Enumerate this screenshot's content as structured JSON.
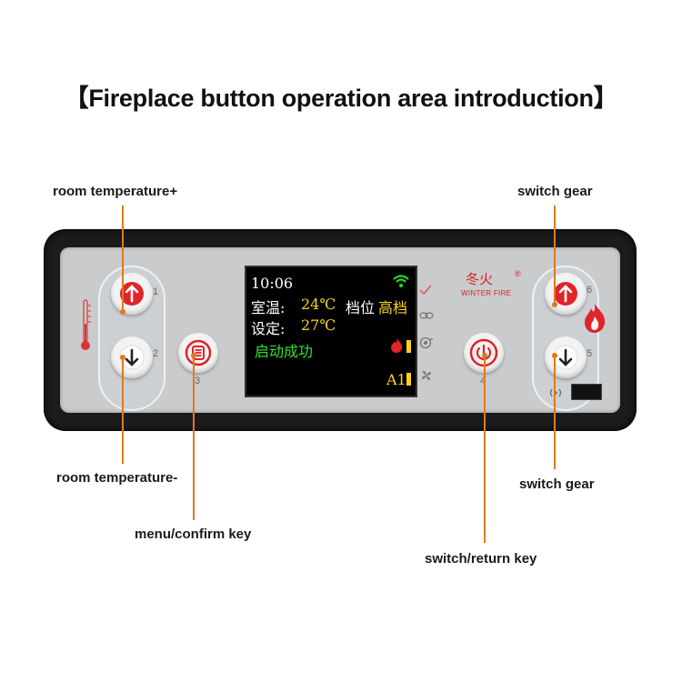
{
  "title": "【Fireplace button operation area introduction】",
  "labels": {
    "room_temp_up": "room temperature+",
    "room_temp_down": "room temperature-",
    "menu": "menu/confirm key",
    "switch_return": "switch/return key",
    "switch_gear_top": "switch gear",
    "switch_gear_bottom": "switch gear"
  },
  "buttons": {
    "n1": "1",
    "n2": "2",
    "n3": "3",
    "n4": "4",
    "n5": "5",
    "n6": "6"
  },
  "screen": {
    "time": "10:06",
    "room_temp_label": "室温:",
    "room_temp_value": "24℃",
    "gear_label": "档位",
    "gear_value": "高档",
    "set_label": "设定:",
    "set_value": "27℃",
    "status": "启动成功",
    "mode": "A1"
  },
  "brand": {
    "name": "冬火",
    "sub": "WINTER FIRE"
  },
  "colors": {
    "accent_line": "#e07a1a",
    "button_red": "#e0242a",
    "screen_yellow": "#ffd21a",
    "screen_green": "#32e032"
  }
}
